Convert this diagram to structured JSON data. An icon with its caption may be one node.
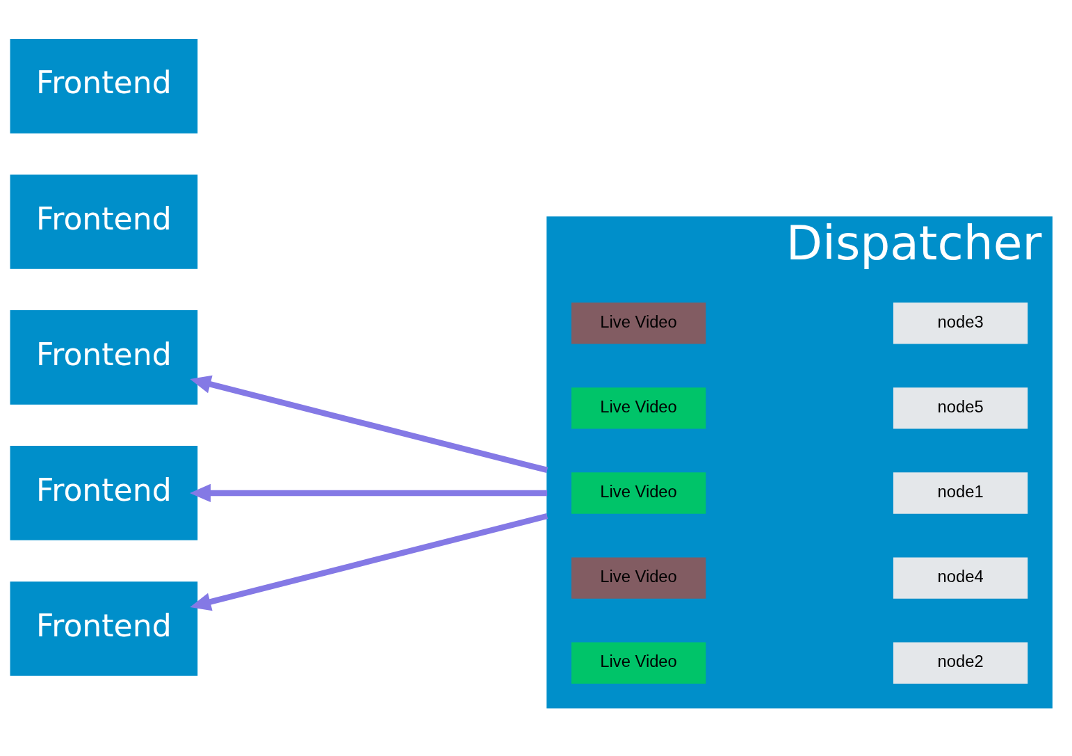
{
  "diagram": {
    "nodes": [
      {
        "text": [
          "Frontend"
        ]
      },
      {
        "text": [
          "Frontend"
        ]
      },
      {
        "text": [
          "Frontend"
        ]
      },
      {
        "text": [
          "Frontend"
        ]
      },
      {
        "text": [
          "Frontend"
        ]
      },
      {
        "text": [
          "Dispatcher"
        ]
      },
      {
        "text": [
          "Live Video"
        ],
        "in": 5
      },
      {
        "text": [
          "node3"
        ],
        "in": 5
      },
      {
        "text": [
          "Live Video"
        ],
        "in": 5
      },
      {
        "text": [
          "node5"
        ],
        "in": 5
      },
      {
        "text": [
          "Live Video"
        ],
        "in": 5
      },
      {
        "text": [
          "node1"
        ],
        "in": 5
      },
      {
        "text": [
          "Live Video"
        ],
        "in": 5
      },
      {
        "text": [
          "node4"
        ],
        "in": 5
      },
      {
        "text": [
          "Live Video"
        ],
        "in": 5
      },
      {
        "text": [
          "node2"
        ],
        "in": 5
      }
    ],
    "edges": [
      {
        "from": 5,
        "to": 0,
        "arrow": "to"
      },
      {
        "from": 5,
        "to": 1,
        "arrow": "to"
      },
      {
        "from": 5,
        "to": 3,
        "arrow": "to"
      }
    ]
  }
}
